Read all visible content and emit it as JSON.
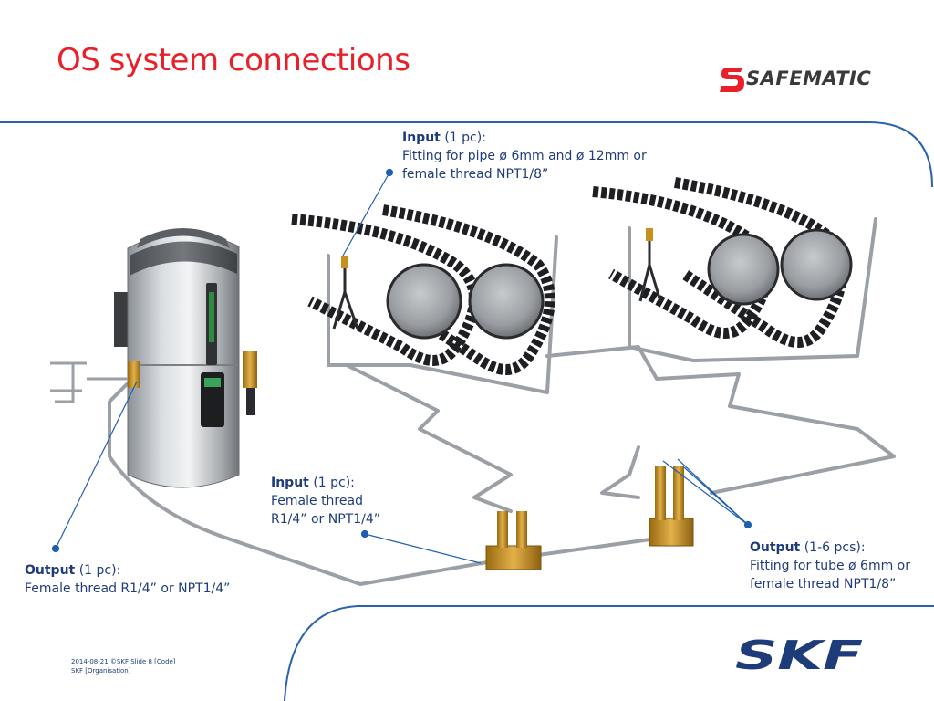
{
  "slide": {
    "title": "OS system connections",
    "brand_logo": "SAFEMATIC",
    "corporate_logo": "SKF"
  },
  "callouts": {
    "input_top": {
      "label": "Input",
      "count": "(1 pc):",
      "line1": "Fitting for pipe ø 6mm and ø 12mm or",
      "line2": "female thread NPT1/8”"
    },
    "input_middle": {
      "label": "Input",
      "count": "(1 pc):",
      "line1": "Female thread",
      "line2": "R1/4” or NPT1/4”"
    },
    "output_left": {
      "label": "Output",
      "count": "(1 pc):",
      "line1": "Female thread R1/4” or NPT1/4”"
    },
    "output_right": {
      "label": "Output",
      "count": "(1-6 pcs):",
      "line1": "Fitting for tube ø 6mm or",
      "line2": "female thread NPT1/8”"
    }
  },
  "footer": {
    "line1": "2014-08-21 ©SKF  Slide 8  [Code]",
    "line2": "SKF [Organisation]"
  },
  "colors": {
    "title_red": "#e8202a",
    "skf_blue": "#1f3c7a",
    "frame_blue": "#2a62b0",
    "brass": "#c8911e"
  }
}
